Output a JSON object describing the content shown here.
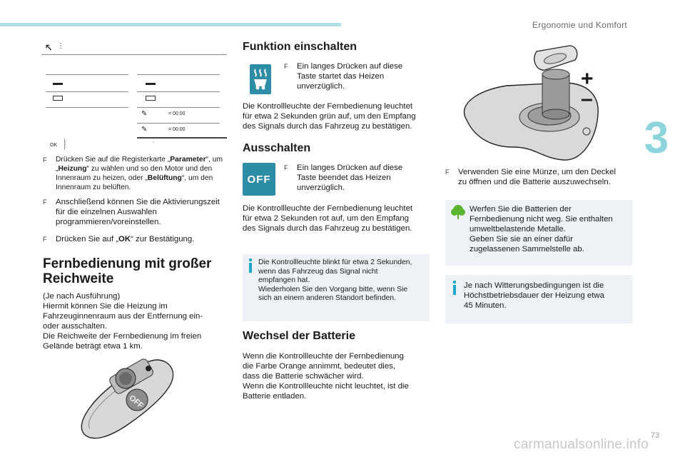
{
  "header": {
    "section_title": "Ergonomie und Komfort",
    "chapter_number": "3",
    "page_number": "73"
  },
  "colors": {
    "accent": "#2c8da5",
    "tab": "#8ed4dc",
    "note_bg": "#eef1f5",
    "eco_green": "#5bb531"
  },
  "screen": {
    "time_1": "= 00:00",
    "time_2": "= 00:00",
    "ok_label": "OK",
    "menu_dots": "⋮"
  },
  "left": {
    "bullets": [
      {
        "parts": [
          "Drücken Sie auf die Registerkarte „",
          "Parameter",
          "“, um „",
          "Heizung",
          "“ zu wählen und so den Motor und den Innenraum zu heizen, oder „",
          "Belüftung",
          "“, um den Innenraum zu belüften."
        ]
      },
      {
        "text": "Anschließend können Sie die Aktivierungszeit für die einzelnen Auswahlen programmieren/voreinstellen."
      },
      {
        "parts": [
          "Drücken Sie auf „",
          "OK",
          "“ zur Bestätigung."
        ]
      }
    ],
    "heading_line1": "Fernbedienung mit großer",
    "heading_line2": "Reichweite",
    "body": [
      "(Je nach Ausführung)",
      "Hiermit können Sie die Heizung im",
      "Fahrzeuginnenraum aus der Entfernung ein-",
      "oder ausschalten.",
      "Die Reichweite der Fernbedienung im freien",
      "Gelände beträgt etwa 1 km."
    ],
    "remote_off_label": "OFF"
  },
  "middle": {
    "h_on": "Funktion einschalten",
    "on_bullet": [
      "Ein langes Drücken auf diese",
      "Taste startet das Heizen",
      "unverzüglich."
    ],
    "on_para": [
      "Die Kontrollleuchte der Fernbedienung leuchtet",
      "für etwa 2 Sekunden grün auf, um den Empfang",
      "des Signals durch das Fahrzeug zu bestätigen."
    ],
    "h_off": "Ausschalten",
    "off_button_label": "OFF",
    "off_bullet": [
      "Ein langes Drücken auf diese",
      "Taste beendet das Heizen",
      "unverzüglich."
    ],
    "off_para": [
      "Die Kontrollleuchte der Fernbedienung leuchtet",
      "für etwa 2 Sekunden rot auf, um den Empfang",
      "des Signals durch das Fahrzeug zu bestätigen."
    ],
    "note": [
      "Die Kontrollleuchte blinkt für etwa 2 Sekunden,",
      "wenn das Fahrzeug das Signal nicht",
      "empfangen hat.",
      "Wiederholen Sie den Vorgang bitte, wenn Sie",
      "sich an einem anderen Standort befinden."
    ],
    "h_battery": "Wechsel der Batterie",
    "battery_para": [
      "Wenn die Kontrollleuchte der Fernbedienung",
      "die Farbe Orange annimmt, bedeutet dies,",
      "dass die Batterie schwächer wird.",
      "Wenn die Kontrollleuchte nicht leuchtet, ist die",
      "Batterie entladen."
    ]
  },
  "right": {
    "plus": "+",
    "minus": "–",
    "coin_bullet": [
      "Verwenden Sie eine Münze, um den Deckel",
      "zu öffnen und die Batterie auszuwechseln."
    ],
    "eco_note": [
      "Werfen Sie die Batterien der",
      "Fernbedienung nicht weg. Sie enthalten",
      "umweltbelastende Metalle.",
      "Geben Sie sie an einer dafür",
      "zugelassenen Sammelstelle ab."
    ],
    "info_note": [
      "Je nach Witterungsbedingungen ist die",
      "Höchstbetriebsdauer der Heizung etwa",
      "45 Minuten."
    ]
  },
  "footer": {
    "watermark": "carmanualsonline.info"
  }
}
